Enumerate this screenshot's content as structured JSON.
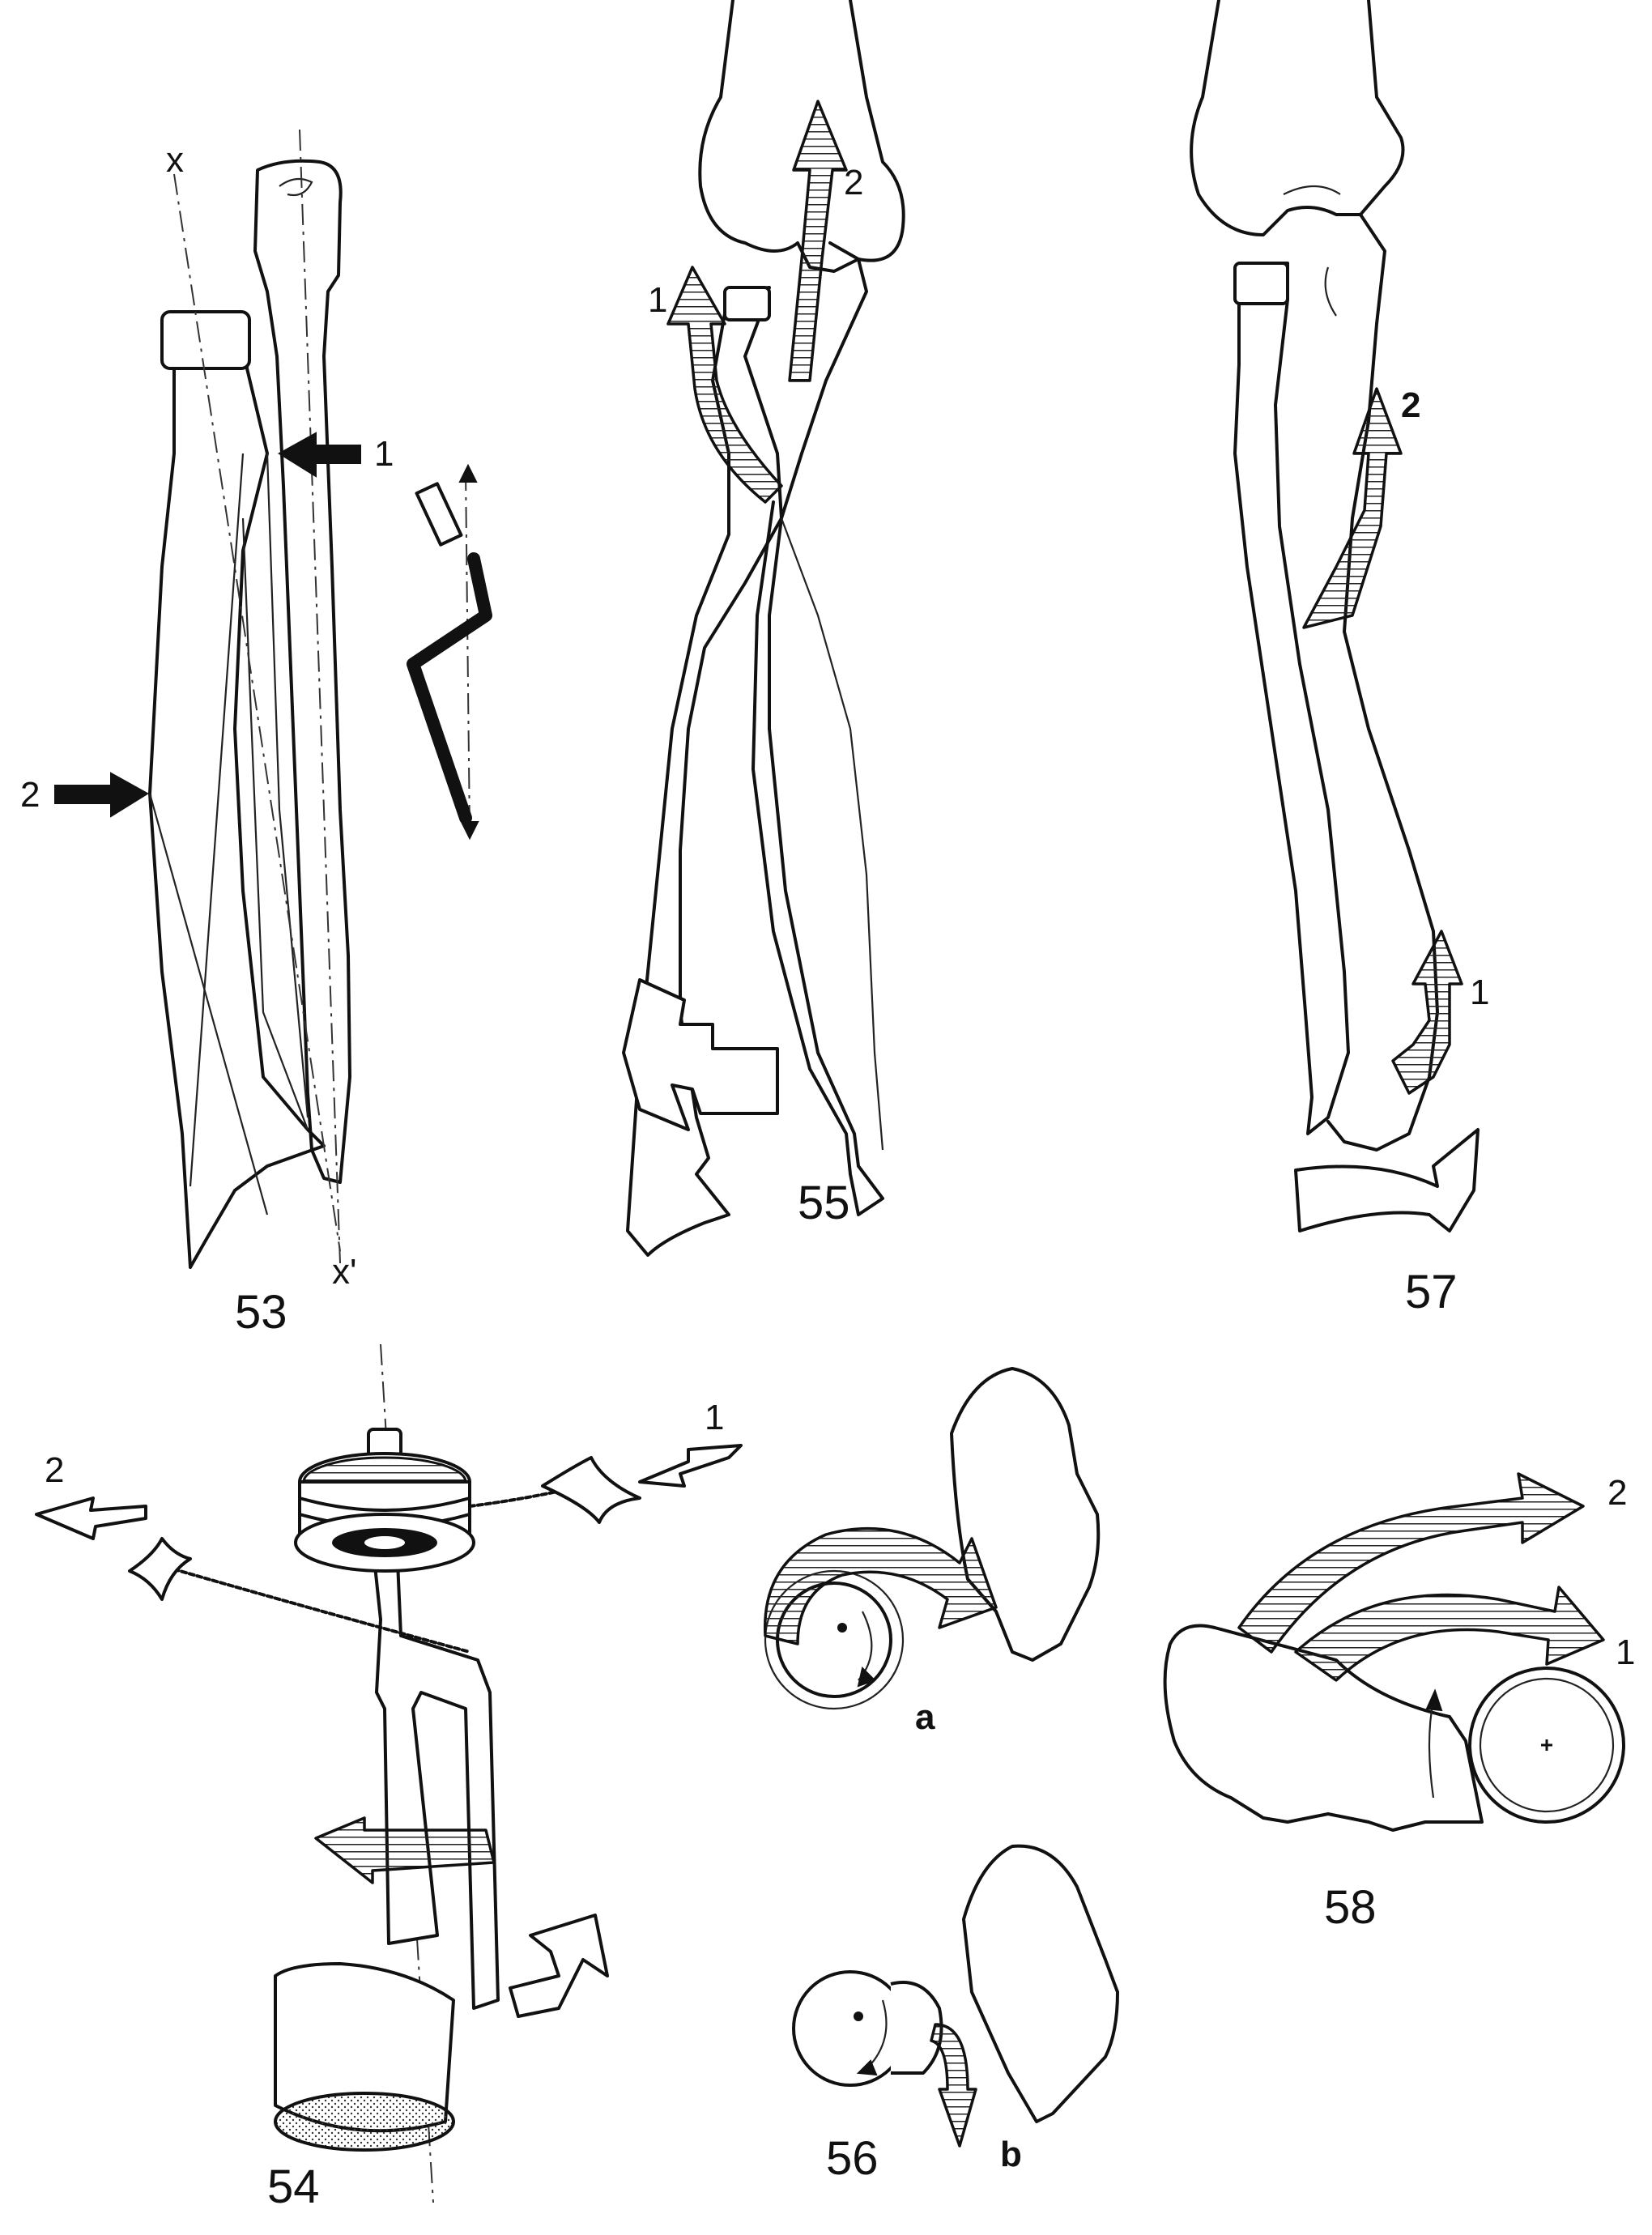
{
  "figures": {
    "fig53": {
      "number": "53",
      "axis_top": "x",
      "axis_bottom": "x'",
      "arrow_1": "1",
      "arrow_2": "2"
    },
    "fig54": {
      "number": "54",
      "arrow_1": "1",
      "arrow_2": "2"
    },
    "fig55": {
      "number": "55",
      "arrow_1": "1",
      "arrow_2": "2"
    },
    "fig56": {
      "number": "56",
      "panel_a": "a",
      "panel_b": "b"
    },
    "fig57": {
      "number": "57",
      "arrow_1": "1",
      "arrow_2": "2"
    },
    "fig58": {
      "number": "58",
      "arrow_1": "1",
      "arrow_2": "2"
    }
  }
}
